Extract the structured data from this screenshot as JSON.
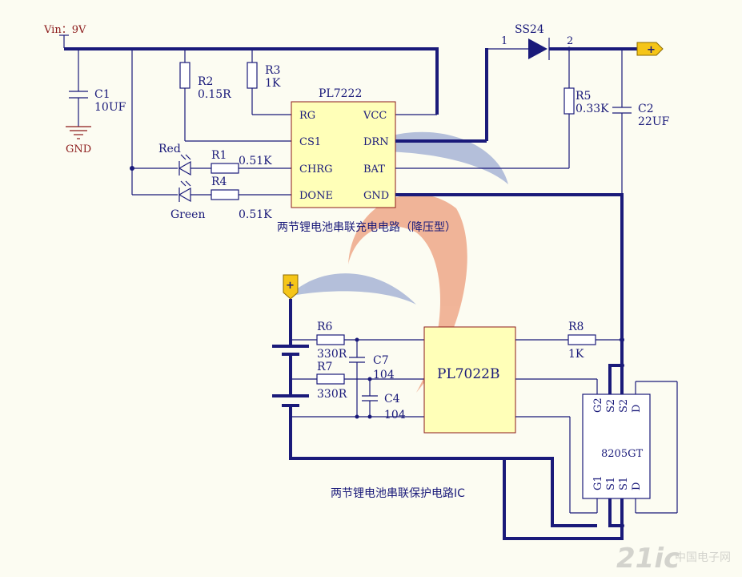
{
  "supply": {
    "vin_label": "Vin：9V",
    "gnd_label": "GND"
  },
  "charger_ic": {
    "name": "PL7222",
    "pins_left": [
      "RG",
      "CS1",
      "CHRG",
      "DONE"
    ],
    "pins_right": [
      "VCC",
      "DRN",
      "BAT",
      "GND"
    ]
  },
  "components": {
    "c1": {
      "ref": "C1",
      "value": "10UF"
    },
    "r2": {
      "ref": "R2",
      "value": "0.15R"
    },
    "r3": {
      "ref": "R3",
      "value": "1K"
    },
    "r1": {
      "ref": "R1",
      "value": "0.51K"
    },
    "r4": {
      "ref": "R4",
      "value": "0.51K"
    },
    "led_red": {
      "label": "Red"
    },
    "led_green": {
      "label": "Green"
    },
    "diode": {
      "ref": "SS24",
      "pin1": "1",
      "pin2": "2"
    },
    "r5": {
      "ref": "R5",
      "value": "0.33K"
    },
    "c2": {
      "ref": "C2",
      "value": "22UF"
    },
    "r6": {
      "ref": "R6",
      "value": "330R"
    },
    "r7": {
      "ref": "R7",
      "value": "330R"
    },
    "c7": {
      "ref": "C7",
      "value": "104"
    },
    "c4": {
      "ref": "C4",
      "value": "104"
    },
    "r8": {
      "ref": "R8",
      "value": "1K"
    }
  },
  "protect_ic": {
    "name": "PL7022B"
  },
  "mosfet": {
    "name": "8205GT",
    "top_pins": [
      "G2",
      "S2",
      "S2",
      "D"
    ],
    "bottom_pins": [
      "G1",
      "S1",
      "S1",
      "D"
    ]
  },
  "terminals": {
    "plus_label": "+"
  },
  "captions": {
    "charger": "两节锂电池串联充电电路（降压型）",
    "protection": "两节锂电池串联保护电路IC"
  },
  "colors": {
    "wire": "#1a1a7a",
    "ic_fill": "#ffffb8",
    "ic_border": "#8b1a1a",
    "terminal": "#f5c518",
    "label_red": "#8b1a1a"
  }
}
